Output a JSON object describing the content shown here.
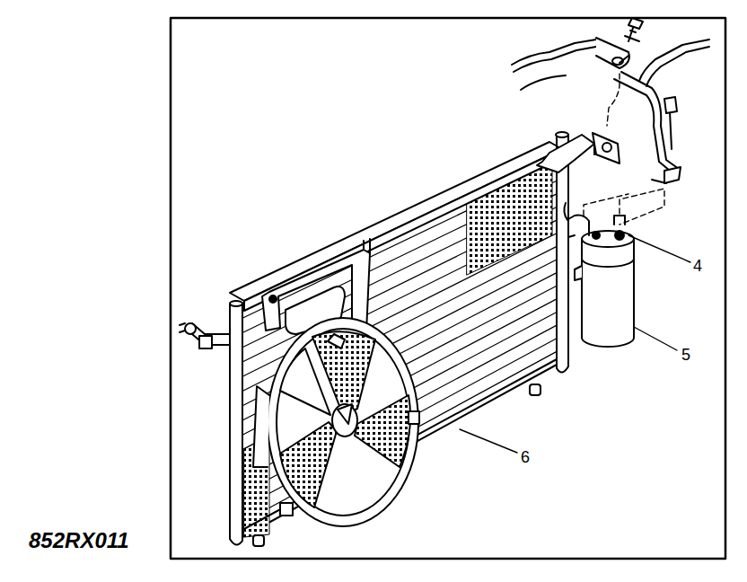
{
  "diagram": {
    "labels": [
      "4",
      "5",
      "6",
      "852RX011"
    ]
  }
}
